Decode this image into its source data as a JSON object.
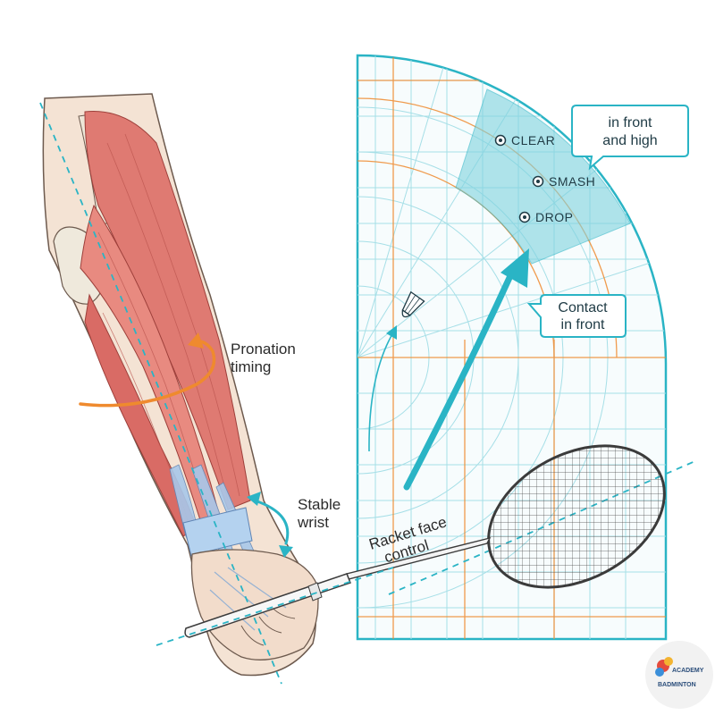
{
  "labels": {
    "pronation": [
      "Pronation",
      "timing"
    ],
    "stable_wrist": [
      "Stable",
      "wrist"
    ],
    "racket_face": [
      "Racket face",
      "control"
    ]
  },
  "zones": {
    "clear": "CLEAR",
    "smash": "SMASH",
    "drop": "DROP"
  },
  "callouts": {
    "front_high": [
      "in front",
      "and high"
    ],
    "contact_front": [
      "Contact",
      "in front"
    ]
  },
  "logo": {
    "line1": "ACADEMY",
    "line2": "BADMINTON"
  },
  "colors": {
    "teal": "#2ab4c5",
    "orange": "#ef8a2e",
    "muscle": "#e07a72",
    "tendon": "#8fb7e0",
    "zone_fill": "#7fd3df"
  }
}
